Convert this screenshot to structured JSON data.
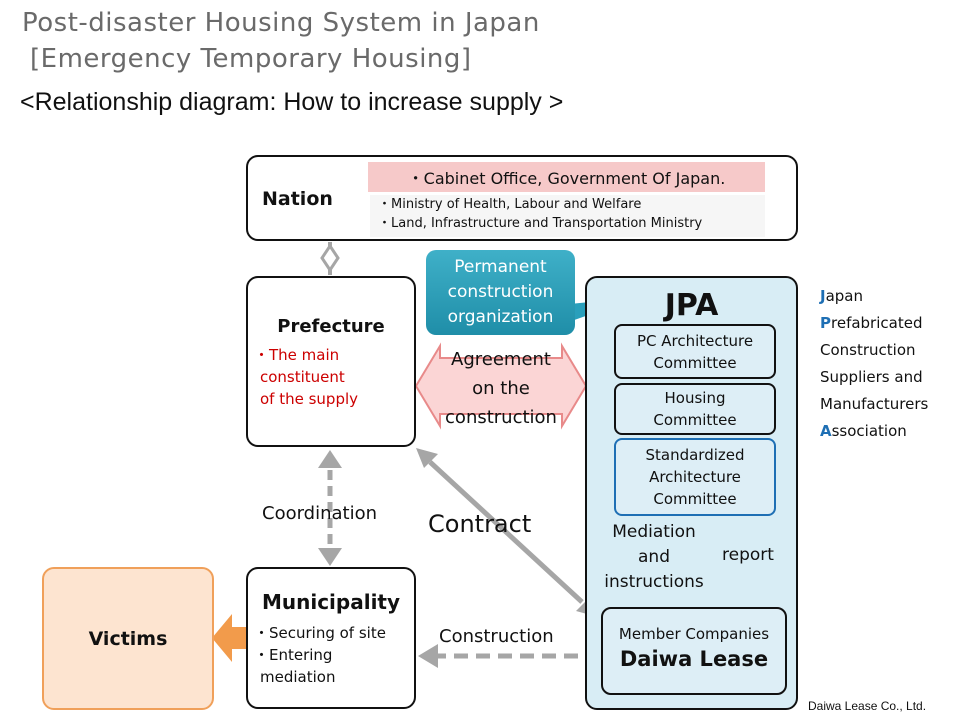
{
  "title": {
    "line1": "Post-disaster Housing System in Japan",
    "line2": "[Emergency Temporary Housing]",
    "subtitle": "<Relationship diagram: How to increase supply >"
  },
  "nation": {
    "label": "Nation",
    "cabinet": "・Cabinet Office, Government Of Japan.",
    "ministries": [
      "・Ministry of Health, Labour and Welfare",
      "・Land, Infrastructure and Transportation Ministry"
    ]
  },
  "prefecture": {
    "title": "Prefecture",
    "note_lines": [
      "・The main",
      "constituent",
      "of the supply"
    ]
  },
  "municipality": {
    "title": "Municipality",
    "note_lines": [
      "・Securing of site",
      "・Entering",
      "mediation"
    ]
  },
  "victims": {
    "label": "Victims"
  },
  "permanent_org": {
    "lines": [
      "Permanent",
      "construction",
      "organization"
    ]
  },
  "jpa": {
    "title": "JPA",
    "committees": [
      {
        "lines": [
          "PC Architecture",
          "Committee"
        ]
      },
      {
        "lines": [
          "Housing",
          "Committee"
        ]
      },
      {
        "lines": [
          "Standardized",
          "Architecture",
          "Committee"
        ]
      }
    ],
    "member_label": "Member Companies",
    "member_company": "Daiwa Lease"
  },
  "relations": {
    "agreement_lines": [
      "Agreement",
      "on the",
      "construction"
    ],
    "coordination": "Coordination",
    "contract": "Contract",
    "construction": "Construction",
    "mediation_lines": [
      "Mediation",
      "and",
      "instructions"
    ],
    "report": "report"
  },
  "acronym": [
    {
      "cap": "J",
      "rest": "apan"
    },
    {
      "cap": "P",
      "rest": "refabricated"
    },
    {
      "cap": "",
      "rest": "Construction"
    },
    {
      "cap": "",
      "rest": "Suppliers and"
    },
    {
      "cap": "",
      "rest": "Manufacturers"
    },
    {
      "cap": "A",
      "rest": "ssociation"
    }
  ],
  "credit": "Daiwa Lease Co., Ltd.",
  "colors": {
    "arrow_gray": "#a6a6a6",
    "agreement_fill": "#fbd5d5",
    "agreement_stroke": "#e88a8a",
    "victims_arrow": "#f29b4b",
    "perm_org_fill": "#2a9fbb"
  }
}
